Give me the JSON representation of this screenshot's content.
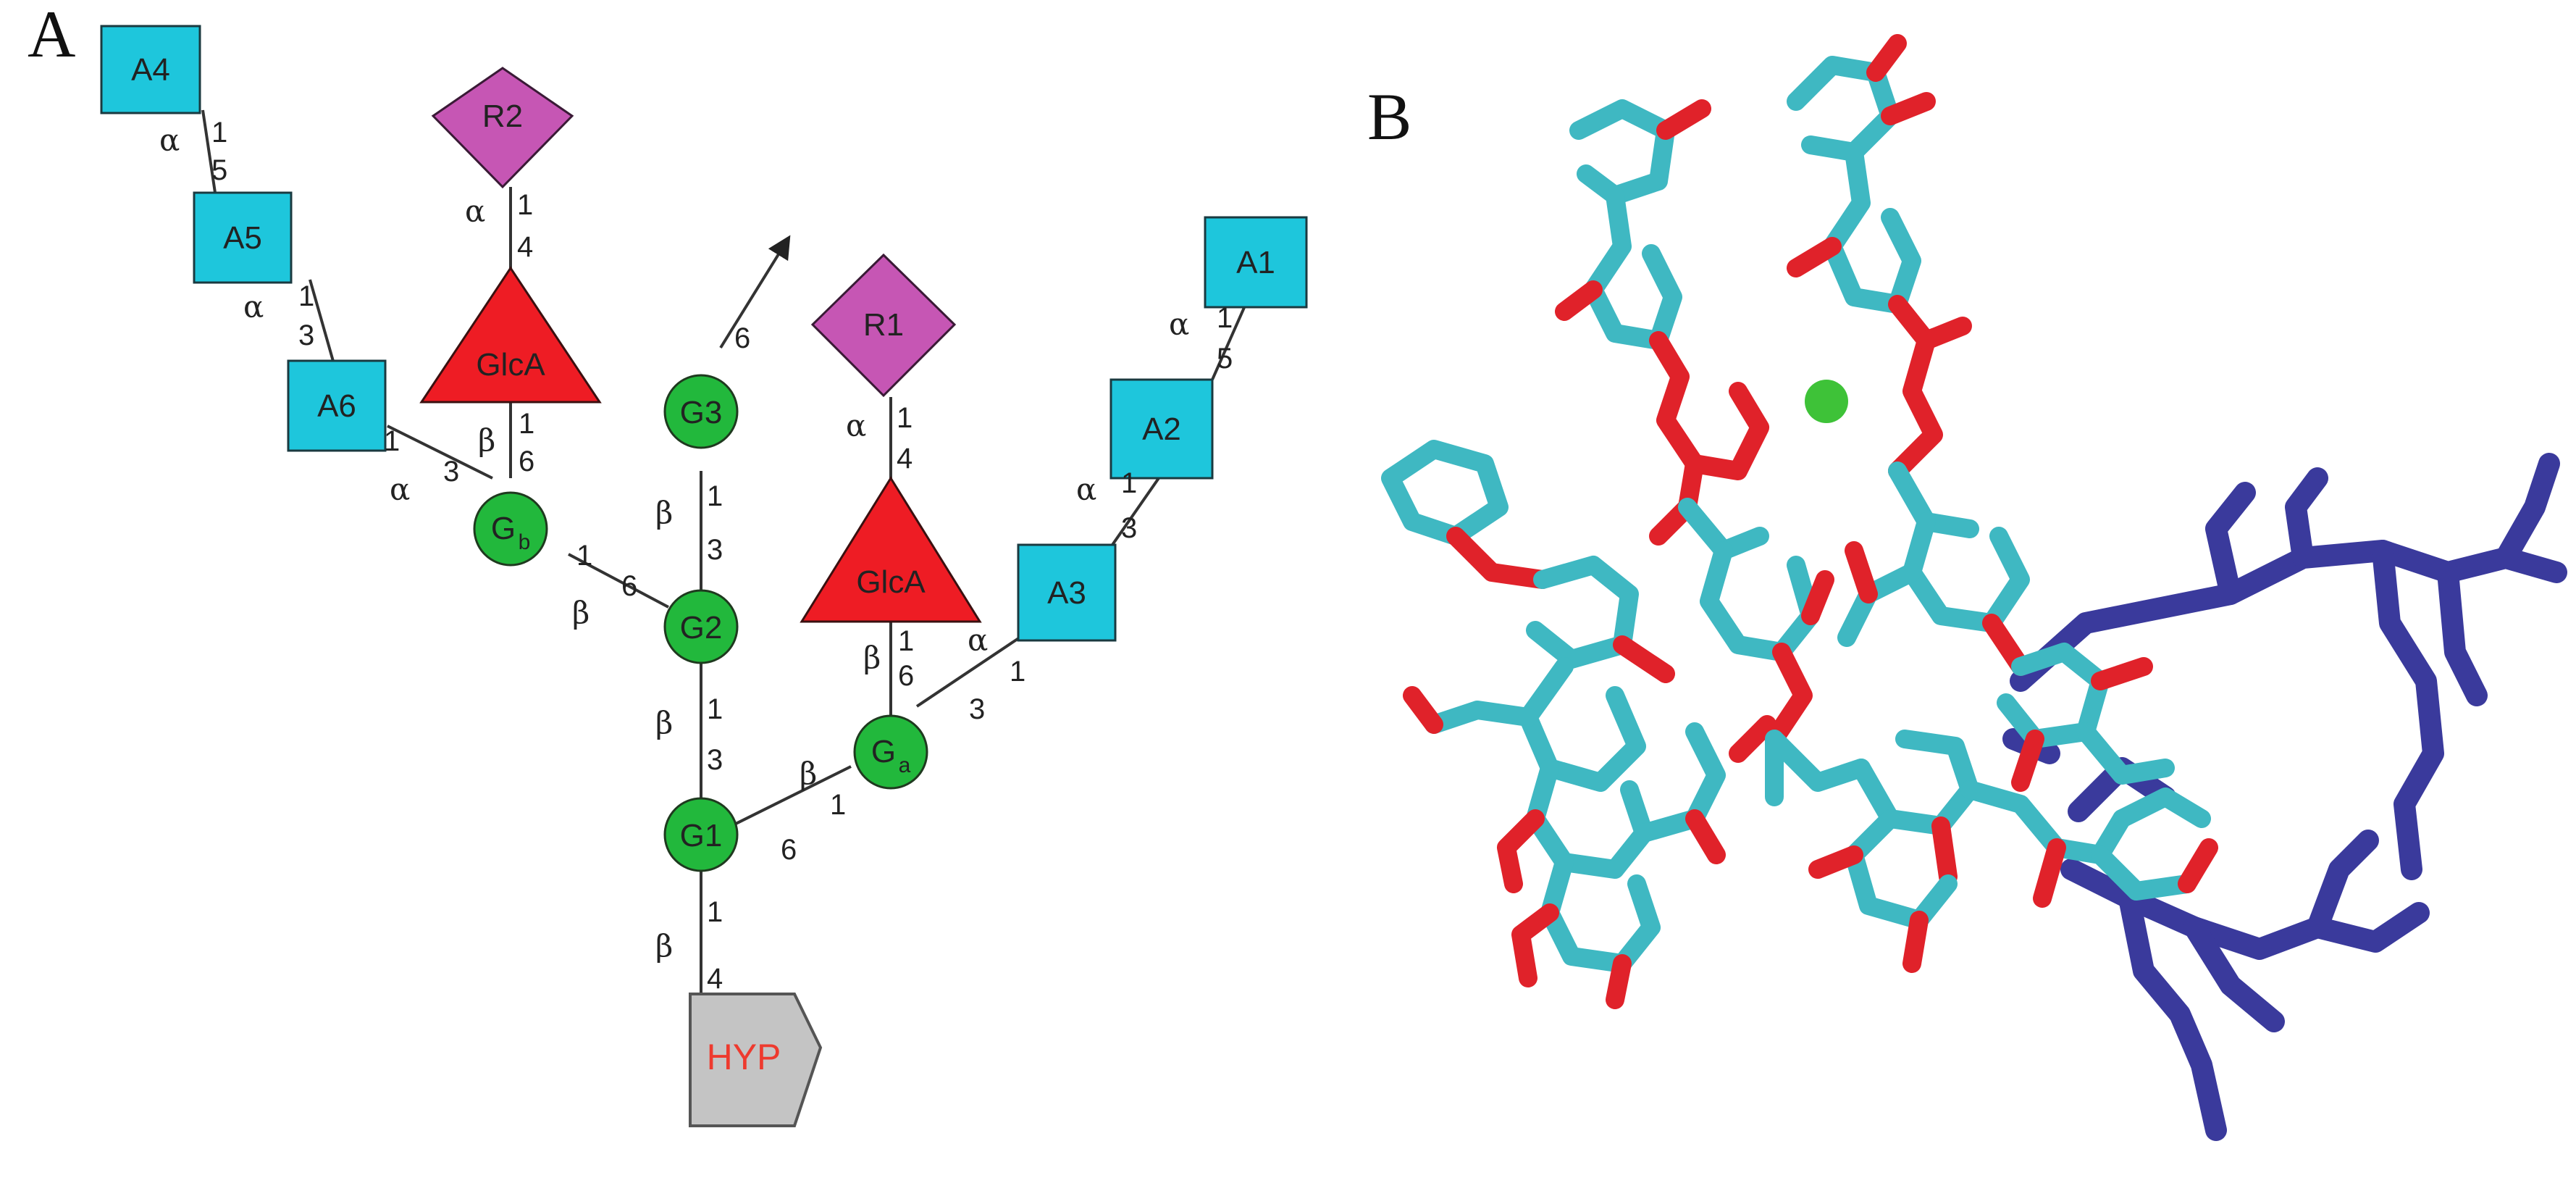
{
  "panels": {
    "a": "A",
    "b": "B"
  },
  "colors": {
    "arabinose": "#1ec6dc",
    "glucose_ring": "#22b83c",
    "glca": "#ee1c24",
    "rhamnose": "#c656b4",
    "hyp_fill": "#c4c4c4",
    "hyp_text": "#ee3a2e",
    "carbon_cyan": "#3fb8c2",
    "oxygen_red": "#e0222a",
    "peptide_blue": "#3a3a9c",
    "ion_green": "#3ec238"
  },
  "residues": {
    "A1": "A1",
    "A2": "A2",
    "A3": "A3",
    "A4": "A4",
    "A5": "A5",
    "A6": "A6",
    "R1": "R1",
    "R2": "R2",
    "G1": "G1",
    "G2": "G2",
    "G3": "G3",
    "Ga_main": "G",
    "Ga_sub": "a",
    "Gb_main": "G",
    "Gb_sub": "b",
    "GlcA_left": "GlcA",
    "GlcA_right": "GlcA",
    "HYP": "HYP"
  },
  "linkages": {
    "hyp_g1": {
      "anomer": "β",
      "from": "1",
      "to": "4"
    },
    "g1_g2": {
      "anomer": "β",
      "from": "1",
      "to": "3"
    },
    "g2_g3": {
      "anomer": "β",
      "from": "1",
      "to": "3"
    },
    "g3_branch": {
      "pos": "6"
    },
    "g1_ga": {
      "anomer": "β",
      "from": "1",
      "to": "6"
    },
    "g2_gb": {
      "anomer": "β",
      "from": "1",
      "to": "6"
    },
    "gb_a6": {
      "anomer": "α",
      "from": "1",
      "to": "3"
    },
    "a6_a5": {
      "anomer": "α",
      "from": "1",
      "to": "3"
    },
    "a5_a4": {
      "anomer": "α",
      "from": "1",
      "to": "5"
    },
    "gb_glca": {
      "anomer": "β",
      "from": "1",
      "to": "6"
    },
    "glca_r2": {
      "anomer": "α",
      "from": "1",
      "to": "4"
    },
    "ga_a3": {
      "anomer": "α",
      "from": "1",
      "to": "3"
    },
    "a3_a2": {
      "anomer": "α",
      "from": "1",
      "to": "3"
    },
    "a2_a1": {
      "anomer": "α",
      "from": "1",
      "to": "5"
    },
    "ga_glca": {
      "anomer": "β",
      "from": "1",
      "to": "6"
    },
    "glca_r1": {
      "anomer": "α",
      "from": "1",
      "to": "4"
    }
  }
}
